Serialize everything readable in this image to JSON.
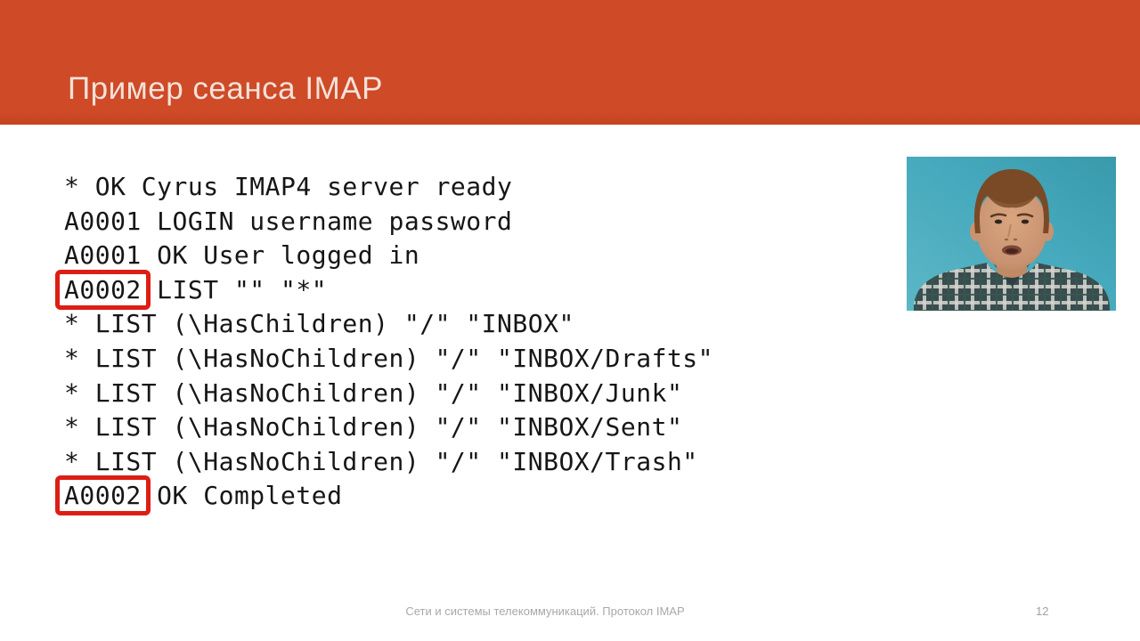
{
  "slide": {
    "title": "Пример сеанса IMAP",
    "footer": "Сети и системы телекоммуникаций. Протокол IMAP",
    "page_number": "12"
  },
  "terminal": {
    "lines": [
      {
        "text": "* OK Cyrus IMAP4 server ready"
      },
      {
        "text": "A0001 LOGIN username password"
      },
      {
        "text": "A0001 OK User logged in"
      },
      {
        "text": "A0002 LIST \"\" \"*\"",
        "highlight": "A0002"
      },
      {
        "text": "* LIST (\\HasChildren) \"/\" \"INBOX\""
      },
      {
        "text": "* LIST (\\HasNoChildren) \"/\" \"INBOX/Drafts\""
      },
      {
        "text": "* LIST (\\HasNoChildren) \"/\" \"INBOX/Junk\""
      },
      {
        "text": "* LIST (\\HasNoChildren) \"/\" \"INBOX/Sent\""
      },
      {
        "text": "* LIST (\\HasNoChildren) \"/\" \"INBOX/Trash\""
      },
      {
        "text": "A0002 OK Completed",
        "highlight": "A0002"
      }
    ]
  },
  "colors": {
    "header_bg": "#cf4a26",
    "title_text": "#f3e2da",
    "terminal_text": "#161616",
    "highlight_border": "#dd1e15",
    "footer_text": "#a8a8a8",
    "webcam_bg_teal": "#46a9bd"
  },
  "webcam": {
    "content": "presenter talking, plaid shirt, teal background"
  }
}
